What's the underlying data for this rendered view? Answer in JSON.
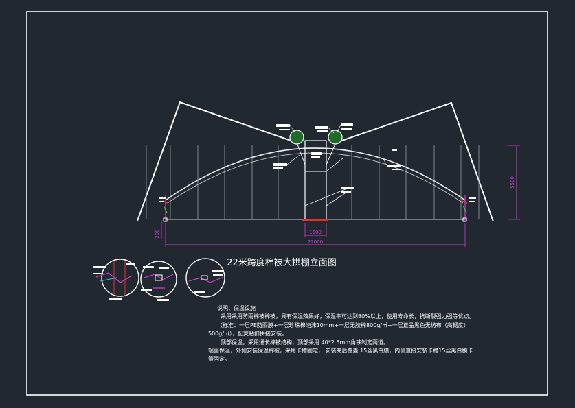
{
  "drawing": {
    "title": "22米跨度棉被大拱棚立面图",
    "background_color": "#212830",
    "line_color": "#ffffff",
    "dimension_color": "#d23bd2",
    "accent_red": "#e03030",
    "accent_green": "#1f6b2a",
    "dimensions": {
      "span_total": "22000",
      "center_width": "1500",
      "height": "5500",
      "base": "200"
    }
  },
  "notes": {
    "heading": "说明：保温设施",
    "lines": [
      "采用采用防雨棉被棉被，具有保温效果好，保温率可达到80%以上，使用寿命长，抗断裂强力强等优点。",
      "（标准：一层PE防雨膜+一层珍珠棉泡沫10mm+一层无胶棉800g/㎡+一层正品黑色无纺布（高韧度）",
      "500g/㎡），配荧粘扣拼接安装。",
      "顶部保温，采用通长棉被结构，顶部采用 40*2.5mm角铁制定两道。",
      "端面保温，外侧安装保温棉被，采用卡槽固定， 安装完后覆盖 15丝黑白膜，内侧直接安装卡槽15丝黑白膜卡",
      "簧固定。"
    ]
  }
}
